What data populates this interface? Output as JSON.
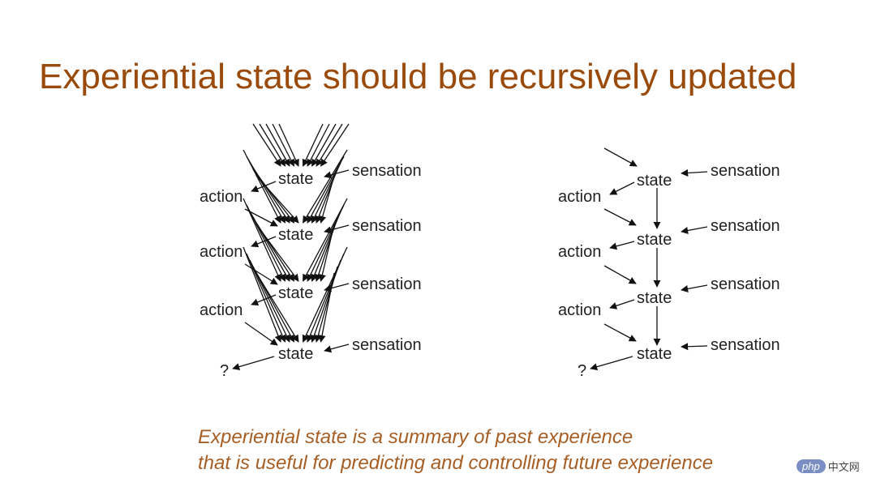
{
  "title": "Experiential state should be recursively updated",
  "caption": {
    "line1": "Experiential state is a summary of past experience",
    "line2": "that is useful for predicting and controlling future experience"
  },
  "labels": {
    "state": "state",
    "sensation": "sensation",
    "action": "action",
    "question": "?"
  },
  "watermark": {
    "logo": "php",
    "text": "中文网"
  },
  "colors": {
    "title": "#9a4a0a",
    "caption": "#a65e25",
    "text": "#222222",
    "arrow": "#111111"
  }
}
